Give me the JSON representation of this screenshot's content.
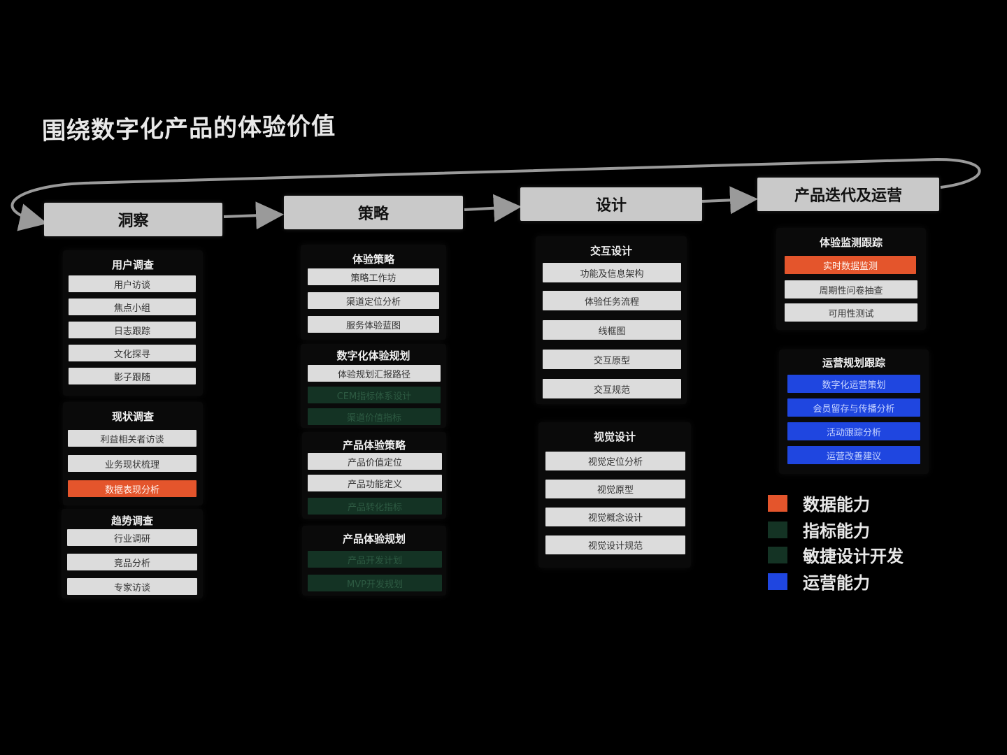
{
  "title": "围绕数字化产品的体验价值",
  "phases": [
    {
      "label": "洞察"
    },
    {
      "label": "策略"
    },
    {
      "label": "设计"
    },
    {
      "label": "产品迭代及运营"
    }
  ],
  "groups": {
    "g1": {
      "title": "用户调查",
      "items": [
        "用户访谈",
        "焦点小组",
        "日志跟踪",
        "文化探寻",
        "影子跟随"
      ]
    },
    "g2": {
      "title": "现状调查",
      "items": [
        "利益相关者访谈",
        "业务现状梳理",
        "数据表现分析"
      ]
    },
    "g3": {
      "title": "趋势调查",
      "items": [
        "行业调研",
        "竞品分析",
        "专家访谈"
      ]
    },
    "g4": {
      "title": "体验策略",
      "items": [
        "策略工作坊",
        "渠道定位分析",
        "服务体验蓝图"
      ]
    },
    "g5": {
      "title": "数字化体验规划",
      "items": [
        "体验规划汇报路径",
        "CEM指标体系设计",
        "渠道价值指标"
      ]
    },
    "g6": {
      "title": "产品体验策略",
      "items": [
        "产品价值定位",
        "产品功能定义",
        "产品转化指标"
      ]
    },
    "g7": {
      "title": "产品体验规划",
      "items": [
        "产品开发计划",
        "MVP开发规划"
      ]
    },
    "g8": {
      "title": "交互设计",
      "items": [
        "功能及信息架构",
        "体验任务流程",
        "线框图",
        "交互原型",
        "交互规范"
      ]
    },
    "g9": {
      "title": "视觉设计",
      "items": [
        "视觉定位分析",
        "视觉原型",
        "视觉概念设计",
        "视觉设计规范"
      ]
    },
    "g10": {
      "title": "体验监测跟踪",
      "items": [
        "实时数据监测",
        "周期性问卷抽查",
        "可用性测试"
      ]
    },
    "g11": {
      "title": "运营规划跟踪",
      "items": [
        "数字化运营策划",
        "会员留存与传播分析",
        "活动跟踪分析",
        "运营改善建议"
      ]
    }
  },
  "legend": [
    {
      "label": "数据能力",
      "color": "#e4552c"
    },
    {
      "label": "指标能力",
      "color": "#143324"
    },
    {
      "label": "敏捷设计开发",
      "color": "#143324"
    },
    {
      "label": "运营能力",
      "color": "#1f46e0"
    }
  ],
  "colors": {
    "background": "#000000",
    "phase_box": "#c9c9c9",
    "item_default": "#dcdcdc",
    "data": "#e4552c",
    "metric": "#143324",
    "ops": "#1f46e0",
    "loop_line": "#9a9a9a"
  }
}
